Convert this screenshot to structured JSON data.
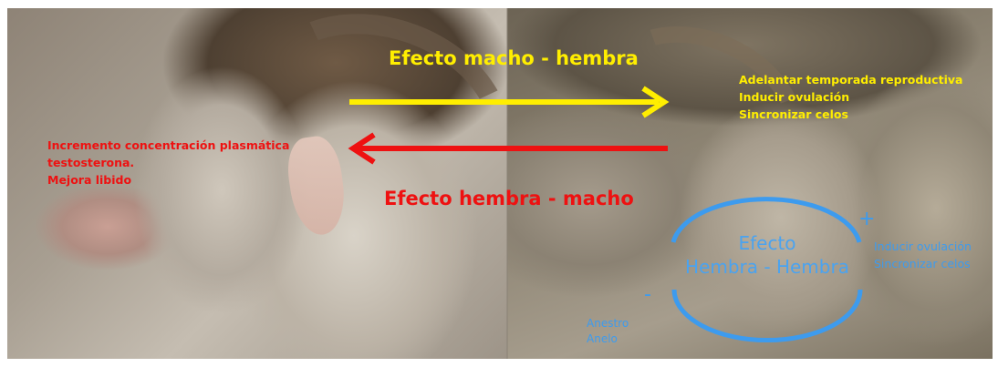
{
  "diagram": {
    "male_to_female": {
      "title": "Efecto macho - hembra",
      "effects": [
        "Adelantar temporada reproductiva",
        "Inducir ovulación",
        "Sincronizar celos"
      ],
      "arrow_color": "#ffee00"
    },
    "female_to_male": {
      "title": "Efecto hembra - macho",
      "effects": [
        "Incremento concentración plasmática",
        "testosterona.",
        "Mejora libido"
      ],
      "arrow_color": "#ee1111"
    },
    "female_to_female": {
      "title_lines": [
        "Efecto",
        "Hembra - Hembra"
      ],
      "positive_sign": "+",
      "negative_sign": "-",
      "positive_effects": [
        "Inducir ovulación",
        "Sincronizar celos"
      ],
      "negative_effects": [
        "Anestro",
        "Anelo"
      ],
      "color": "#3d9bee"
    }
  }
}
